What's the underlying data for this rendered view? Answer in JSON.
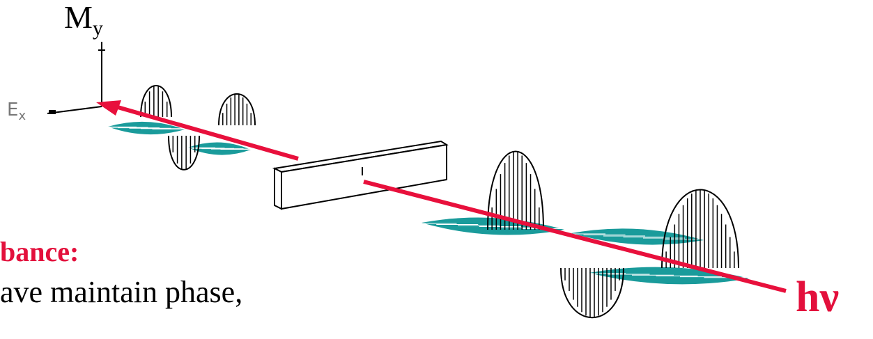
{
  "labels": {
    "my_main": "M",
    "my_sub": "y",
    "ex_main": "E",
    "ex_sub": "x",
    "hv": "hν"
  },
  "text": {
    "heading": "bance:",
    "body_line": "ave maintain phase,"
  },
  "colors": {
    "arrow": "#e8103c",
    "wave_fill": "#1a9b9b",
    "wave_stroke": "#000000",
    "label_red": "#e3103c"
  }
}
